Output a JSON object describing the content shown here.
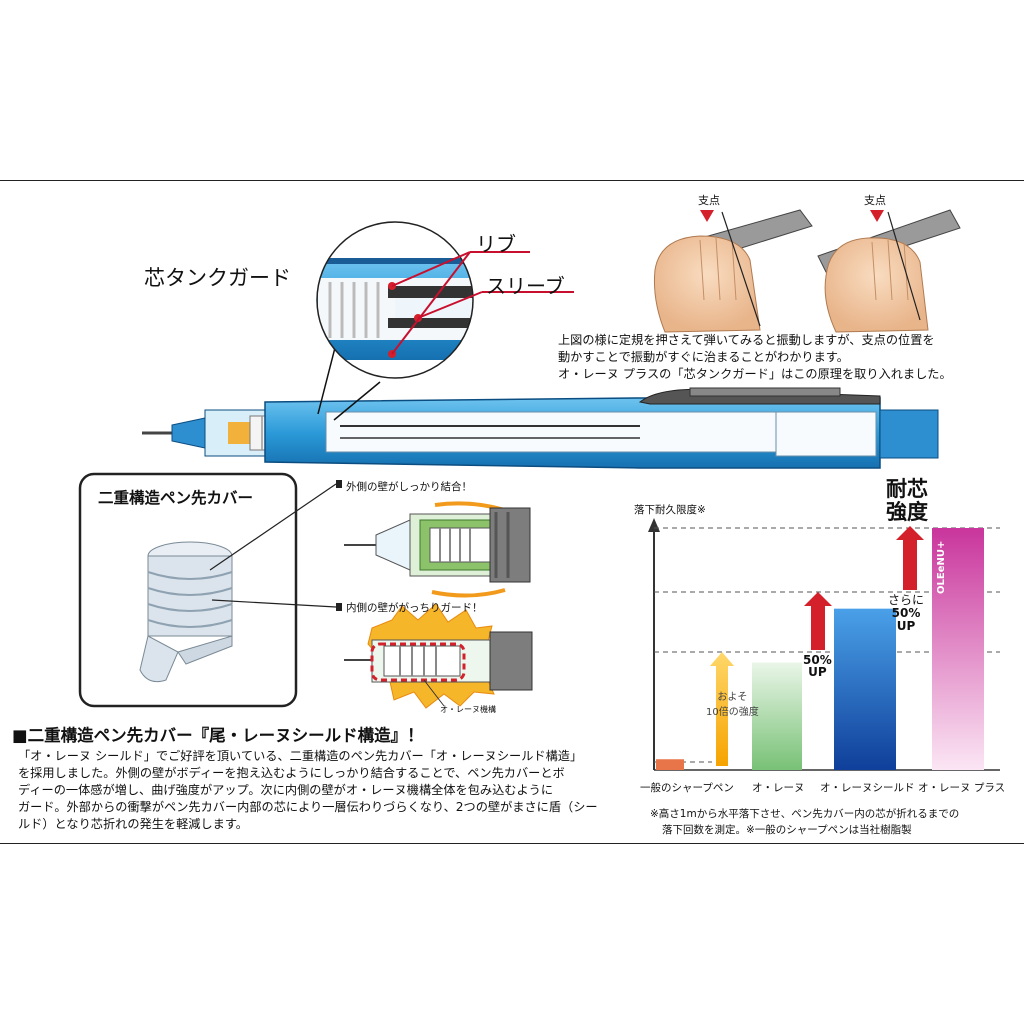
{
  "labels": {
    "core_tank_guard": "芯タンクガード",
    "rib": "リブ",
    "sleeve": "スリーブ",
    "fulcrum": "支点",
    "fulcrum2": "支点"
  },
  "explanation": {
    "line1": "上図の様に定規を押さえて弾いてみると振動しますが、支点の位置を",
    "line2": "動かすことで振動がすぐに治まることがわかります。",
    "line3": "オ・レーヌ プラスの「芯タンクガード」はこの原理を取り入れました。"
  },
  "tip_cover": {
    "title": "二重構造ペン先カバー",
    "outer_wall": "外側の壁がしっかり結合！",
    "inner_wall": "内側の壁ががっちりガード！",
    "mechanism": "オ・レーヌ機構"
  },
  "section": {
    "heading": "■二重構造ペン先カバー『尾・レーヌシールド構造』！",
    "lines": [
      "「オ・レーヌ シールド」でご好評を頂いている、二重構造のペン先カバー「オ・レーヌシールド構造」",
      "を採用しました。外側の壁がボディーを抱え込むようにしっかり結合することで、ペン先カバーとボ",
      "ディーの一体感が増し、曲げ強度がアップ。次に内側の壁がオ・レーヌ機構全体を包み込むように",
      "ガード。外部からの衝撃がペン先カバー内部の芯により一層伝わりづらくなり、2つの壁がまさに盾（シー",
      "ルド）となり芯折れの発生を軽減します。"
    ]
  },
  "chart": {
    "ylabel": "落下耐久限度※",
    "strength_title_1": "耐芯",
    "strength_title_2": "強度",
    "annotation_10x_1": "およそ",
    "annotation_10x_2": "10倍の強度",
    "annotation_50_1": "50%",
    "annotation_50_2": "UP",
    "annotation_more": "さらに",
    "annotation_50b_1": "50%",
    "annotation_50b_2": "UP",
    "bar_logo_text": "OLEeNU+",
    "note1": "※高さ1mから水平落下させ、ペン先カバー内の芯が折れるまでの",
    "note2": "落下回数を測定。※一般のシャープペンは当社樹脂製"
  },
  "chart_data": {
    "type": "bar",
    "categories": [
      "一般のシャープペン",
      "オ・レーヌ",
      "オ・レーヌシールド",
      "オ・レーヌ プラス"
    ],
    "values": [
      1,
      10,
      15,
      22.5
    ],
    "colors": [
      "#e8744a",
      "#7cc47a",
      "#2a5fb8",
      "#b0308e"
    ],
    "ylabel": "落下耐久限度※",
    "grid": "dashed",
    "legend": "none"
  }
}
